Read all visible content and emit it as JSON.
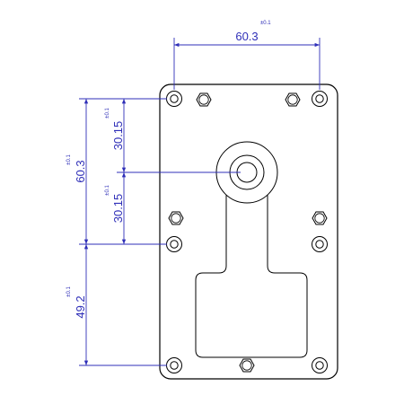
{
  "colors": {
    "outline": "#000000",
    "plate_fill": "#ffffff",
    "dimension": "#2f2fb8"
  },
  "dimensions": {
    "top_width": {
      "value": "60.3",
      "tolerance": "±0.1"
    },
    "left_upper_half": {
      "value": "30.15",
      "tolerance": "±0.1"
    },
    "left_lower_half": {
      "value": "30.15",
      "tolerance": "±0.1"
    },
    "left_total": {
      "value": "60.3",
      "tolerance": "±0.1"
    },
    "left_bottom": {
      "value": "49.2",
      "tolerance": "±0.1"
    }
  }
}
